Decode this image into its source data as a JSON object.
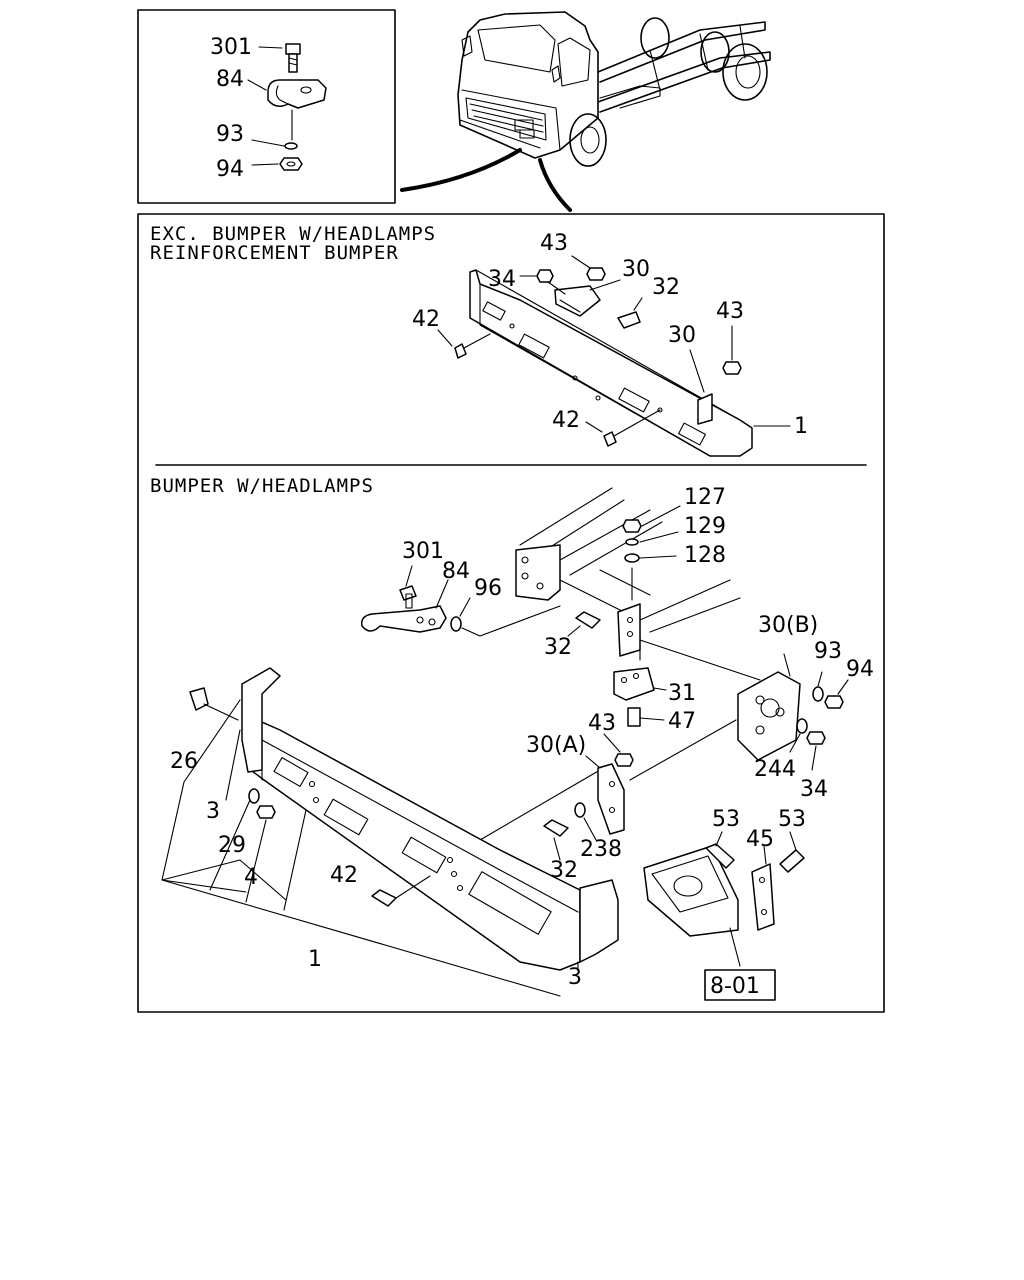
{
  "headings": {
    "exc_line1": "EXC. BUMPER W/HEADLAMPS",
    "exc_line2": "REINFORCEMENT BUMPER",
    "with_headlamps": "BUMPER W/HEADLAMPS"
  },
  "reference_box": "8-01",
  "inset_callouts": [
    "301",
    "84",
    "93",
    "94"
  ],
  "exc_callouts": [
    "43",
    "34",
    "30",
    "32",
    "42",
    "30",
    "43",
    "42",
    "1"
  ],
  "main_callouts": [
    "127",
    "129",
    "128",
    "301",
    "84",
    "96",
    "32",
    "30(B)",
    "93",
    "94",
    "31",
    "43",
    "47",
    "30(A)",
    "244",
    "34",
    "26",
    "3",
    "29",
    "4",
    "238",
    "32",
    "42",
    "1",
    "3",
    "53",
    "45",
    "53"
  ]
}
